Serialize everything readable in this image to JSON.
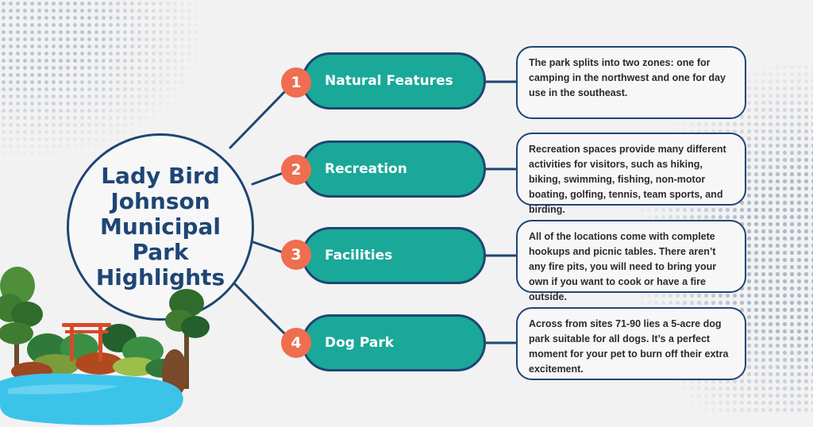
{
  "hub": {
    "title": "Lady Bird\nJohnson\nMunicipal\nPark\nHighlights"
  },
  "items": [
    {
      "number": "1",
      "label": "Natural Features",
      "description": "The park splits into two zones: one for camping in the northwest and one for day use in the southeast."
    },
    {
      "number": "2",
      "label": "Recreation",
      "description": "Recreation spaces provide many different activities for visitors, such as hiking, biking, swimming, fishing, non-motor boating, golfing, tennis, team sports, and birding."
    },
    {
      "number": "3",
      "label": "Facilities",
      "description": "All of the locations come with complete hookups and picnic tables. There aren’t any fire pits, you will need to bring your own if you want to cook or have a fire outside."
    },
    {
      "number": "4",
      "label": "Dog Park",
      "description": "Across from sites 71-90 lies a 5-acre dog park suitable for all dogs. It’s a perfect moment for your pet to burn off their extra excitement."
    }
  ],
  "colors": {
    "navy": "#1f4673",
    "teal": "#1aa899",
    "coral": "#ee6e4f",
    "water": "#3cc3ea",
    "tree_green": "#2f7a3b"
  },
  "icons": [
    "pine-tree-icon",
    "torii-gate-icon",
    "pond-icon"
  ]
}
